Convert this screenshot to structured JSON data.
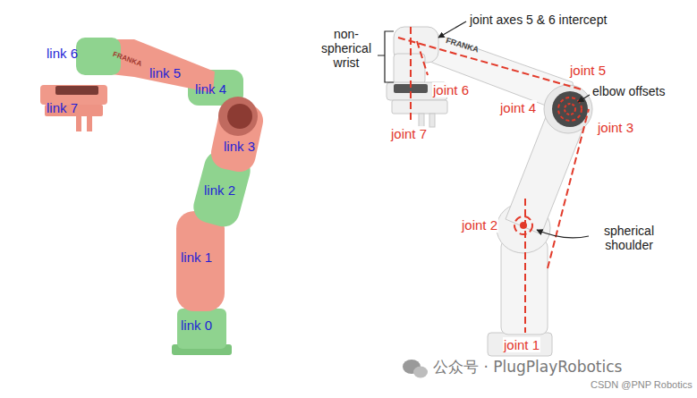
{
  "diagram": {
    "labels": [
      "link 6",
      "link 5",
      "link 4",
      "link 7",
      "link 3",
      "link 2",
      "link 1",
      "link 0",
      "FRANKA",
      "non-spherical wrist",
      "joint axes 5 & 6 intercept",
      "FRANKA",
      "joint 5",
      "joint 6",
      "elbow offsets",
      "joint 4",
      "joint 3",
      "joint 7",
      "joint 2",
      "spherical shoulder",
      "joint 1",
      "公众号 · PlugPlayRobotics",
      "CSDN @PNP Robotics"
    ]
  }
}
